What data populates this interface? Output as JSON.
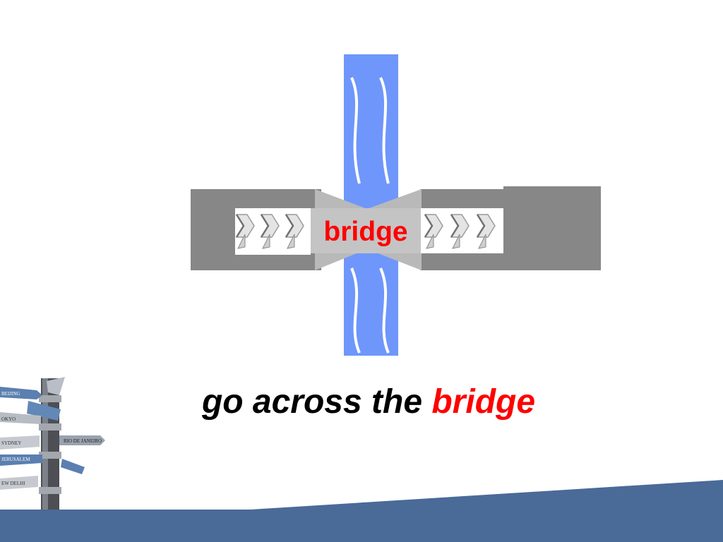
{
  "diagram": {
    "bridge_label": "bridge"
  },
  "caption": {
    "prefix": "go across the",
    "highlight": "bridge"
  },
  "signpost": {
    "signs": [
      "BEIJING",
      "OKYO",
      "SYDNEY",
      "RIO DE JANEIRO",
      "JERUSALEM",
      "EW DELHI"
    ]
  },
  "colors": {
    "river": "#6f96fb",
    "road_dark": "#878787",
    "bridge_gray": "#b9b9b9",
    "highlight": "#ff0000",
    "text": "#000000",
    "footer": "#4a6a98"
  }
}
